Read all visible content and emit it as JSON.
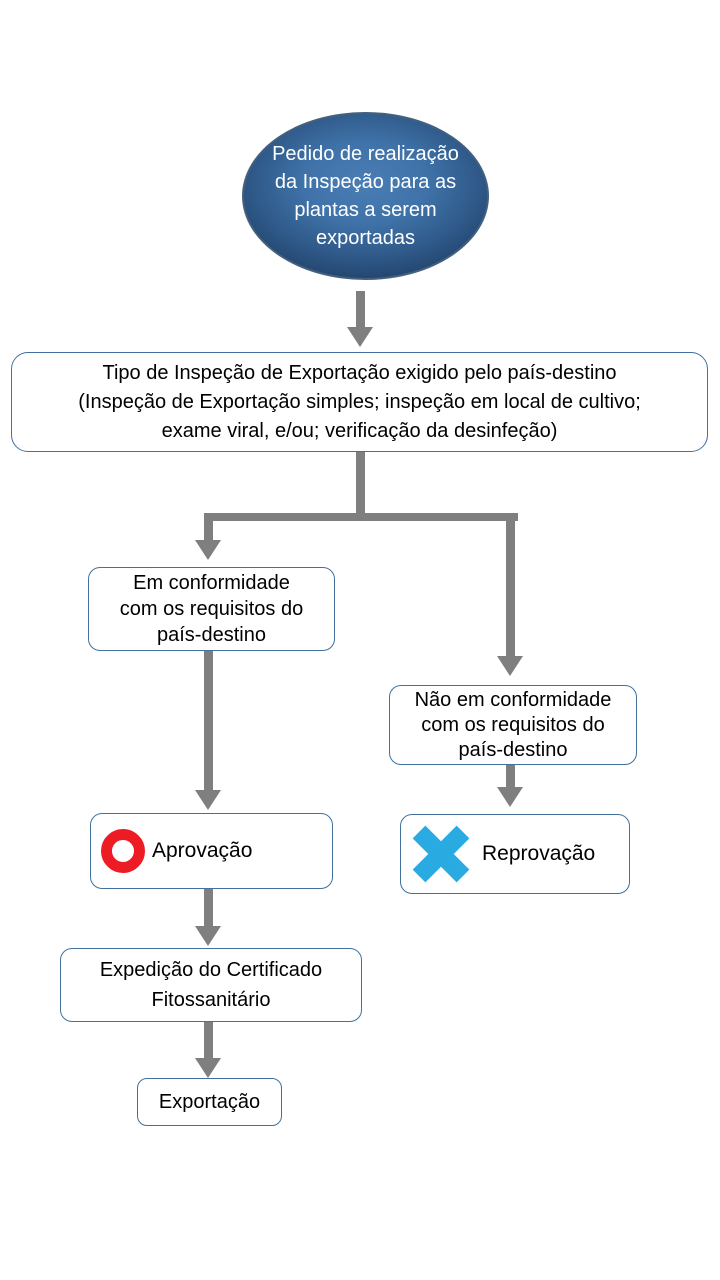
{
  "diagram": {
    "type": "flowchart",
    "language": "pt-BR",
    "topic": "Processo de inspeção fitossanitária para exportação de plantas",
    "nodes": {
      "start": {
        "shape": "ellipse",
        "lines": [
          "Pedido de realização",
          "da Inspeção para as",
          "plantas a serem",
          "exportadas"
        ]
      },
      "inspection_type": {
        "shape": "rounded-rect",
        "lines": [
          "Tipo de Inspeção de Exportação exigido pelo país-destino",
          "(Inspeção de Exportação simples; inspeção em local de cultivo;",
          "exame viral, e/ou; verificação da desinfeção)"
        ]
      },
      "conform": {
        "shape": "rounded-rect",
        "lines": [
          "Em conformidade",
          "com os requisitos do",
          "país-destino"
        ]
      },
      "not_conform": {
        "shape": "rounded-rect",
        "lines": [
          "Não em conformidade",
          "com os requisitos do",
          "país-destino"
        ]
      },
      "approval": {
        "shape": "rounded-rect",
        "label": "Aprovação",
        "icon": "approval-circle-icon",
        "icon_color": "#ed1c24"
      },
      "rejection": {
        "shape": "rounded-rect",
        "label": "Reprovação",
        "icon": "rejection-x-icon",
        "icon_color": "#29abe2"
      },
      "certificate": {
        "shape": "rounded-rect",
        "lines": [
          "Expedição do Certificado",
          "Fitossanitário"
        ]
      },
      "export": {
        "shape": "rounded-rect",
        "label": "Exportação"
      }
    },
    "edges": [
      {
        "from": "start",
        "to": "inspection_type"
      },
      {
        "from": "inspection_type",
        "to": "conform"
      },
      {
        "from": "inspection_type",
        "to": "not_conform"
      },
      {
        "from": "conform",
        "to": "approval"
      },
      {
        "from": "not_conform",
        "to": "rejection"
      },
      {
        "from": "approval",
        "to": "certificate"
      },
      {
        "from": "certificate",
        "to": "export"
      }
    ],
    "colors": {
      "arrow": "#7f7f7f",
      "box_border": "#41719c",
      "ellipse_center": "#4a7db4",
      "ellipse_edge": "#1e3c60",
      "approval_icon": "#ed1c24",
      "rejection_icon": "#29abe2",
      "text": "#000000",
      "ellipse_text": "#ffffff"
    }
  }
}
